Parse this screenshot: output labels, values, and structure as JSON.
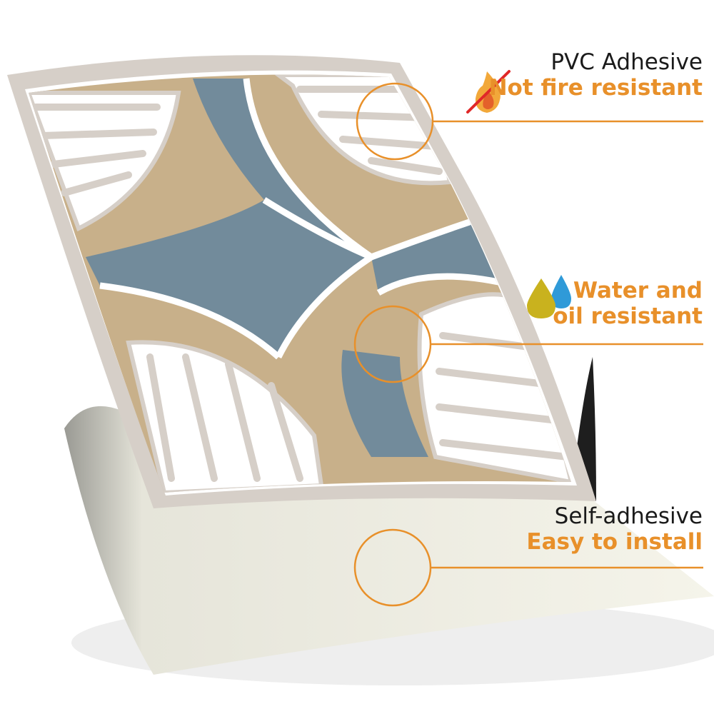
{
  "colors": {
    "accent": "#e8902a",
    "tile_blue": "#728b9b",
    "tile_tan": "#c8b08a",
    "tile_border": "#d6cfc8",
    "backing": "#f4f3e8"
  },
  "features": [
    {
      "title": "PVC Adhesive",
      "subtitle": "Not fire resistant",
      "icon": "no-fire-icon"
    },
    {
      "title": "Water and",
      "subtitle": "oil resistant",
      "icon": "water-oil-drops-icon"
    },
    {
      "title": "Self-adhesive",
      "subtitle": "Easy to install",
      "icon": ""
    }
  ]
}
